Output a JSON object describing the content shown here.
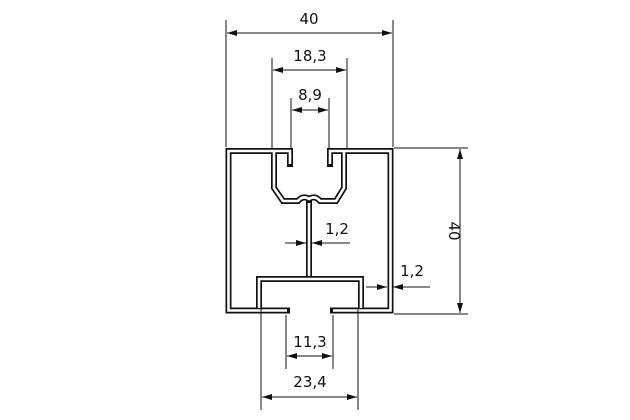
{
  "drawing": {
    "title": "Aluminium profile cross-section",
    "dimensions": {
      "overall_width": "40",
      "overall_height": "40",
      "top_slot_outer": "18,3",
      "top_slot_inner": "8,9",
      "web_thickness": "1,2",
      "wall_thickness": "1,2",
      "bottom_slot_inner": "11,3",
      "bottom_slot_outer": "23,4"
    },
    "colors": {
      "line": "#111111",
      "background": "#ffffff"
    }
  }
}
